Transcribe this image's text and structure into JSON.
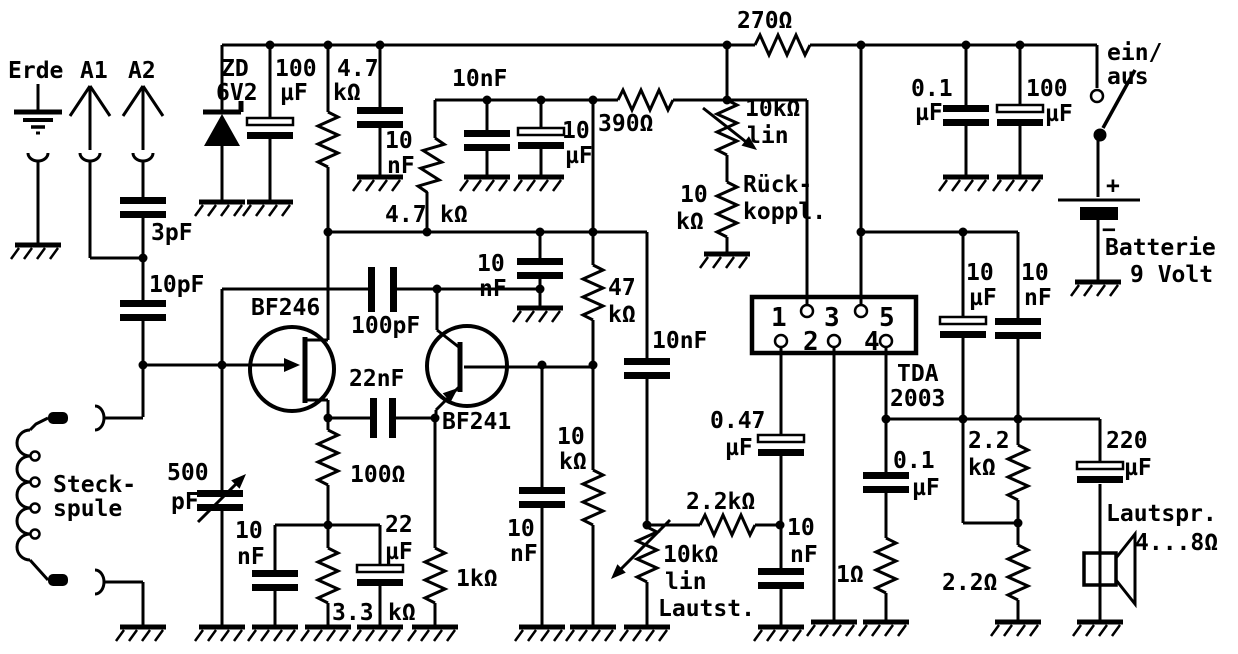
{
  "connectors": {
    "earth": "Erde",
    "ant1": "A1",
    "ant2": "A2"
  },
  "power": {
    "zener_line1": "ZD",
    "zener_line2": "6V2",
    "switch_line1": "ein/",
    "switch_line2": "aus",
    "plus": "+",
    "minus": "−",
    "battery_line1": "Batterie",
    "battery_line2": "9 Volt"
  },
  "transistors": {
    "q1": "BF246",
    "q2": "BF241"
  },
  "ic": {
    "name_line1": "TDA",
    "name_line2": "2003",
    "pins": [
      "1",
      "2",
      "3",
      "4",
      "5"
    ]
  },
  "coil": {
    "line1": "Steck-",
    "line2": "spule"
  },
  "speaker": {
    "line1": "Lautspr.",
    "line2": "4...8Ω"
  },
  "pots": {
    "feedback_value": "10kΩ",
    "feedback_taper": "lin",
    "feedback_name1": "Rück-",
    "feedback_name2": "koppl.",
    "volume_value": "10kΩ",
    "volume_taper": "lin",
    "volume_name": "Lautst."
  },
  "resistors": {
    "r4k7_1": {
      "v": "4.7",
      "u": "kΩ"
    },
    "r4k7_2": {
      "v": "4.7",
      "u": "kΩ"
    },
    "r390": "390Ω",
    "r270": "270Ω",
    "r10k_fb": {
      "v": "10",
      "u": "kΩ"
    },
    "r47k": {
      "v": "47",
      "u": "kΩ"
    },
    "r100": "100Ω",
    "r3k3": {
      "v": "3.3",
      "u": "kΩ"
    },
    "r1k": "1kΩ",
    "r10k_base": {
      "v": "10",
      "u": "kΩ"
    },
    "r2k2_vol": "2.2kΩ",
    "r1": "1Ω",
    "r2k2_fb": {
      "v": "2.2",
      "u": "kΩ"
    },
    "r2r2": "2.2Ω"
  },
  "capacitors": {
    "c100u_left": {
      "v": "100",
      "u": "µF"
    },
    "c10n_left": {
      "v": "10",
      "u": "nF"
    },
    "c10n_top": "10nF",
    "c10u_top": {
      "v": "10",
      "u": "µF"
    },
    "c3p": "3pF",
    "c10p": "10pF",
    "c100p": "100pF",
    "c22n": "22nF",
    "c10n_mid": {
      "v": "10",
      "u": "nF"
    },
    "c10n_series": "10nF",
    "c500p": {
      "v": "500",
      "u": "pF"
    },
    "c10n_coil": {
      "v": "10",
      "u": "nF"
    },
    "c22u": {
      "v": "22",
      "u": "µF"
    },
    "c10n_base": {
      "v": "10",
      "u": "nF"
    },
    "c047u": {
      "v": "0.47",
      "u": "µF"
    },
    "c10n_vol": {
      "v": "10",
      "u": "nF"
    },
    "c01u_right": {
      "v": "0.1",
      "u": "µF"
    },
    "c100u_right": {
      "v": "100",
      "u": "µF"
    },
    "c01u_zobel": {
      "v": "0.1",
      "u": "µF"
    },
    "c10u_fb": {
      "v": "10",
      "u": "µF"
    },
    "c10n_fb": {
      "v": "10",
      "u": "nF"
    },
    "c220u": {
      "v": "220",
      "u": "µF"
    }
  }
}
